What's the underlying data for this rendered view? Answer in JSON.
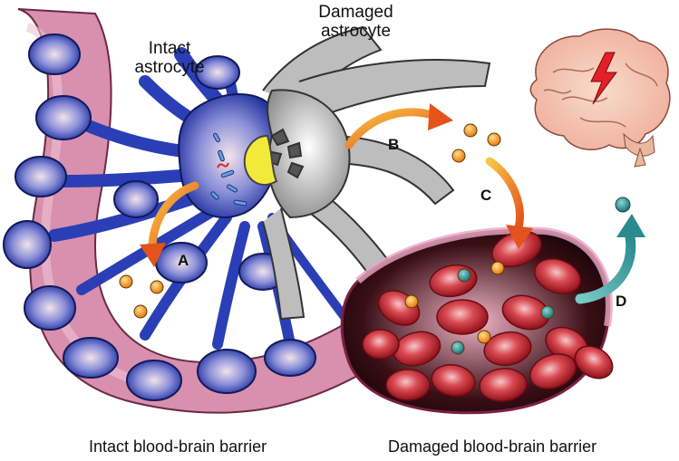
{
  "labels": {
    "intact_astrocyte_1": "Intact",
    "intact_astrocyte_2": "astrocyte",
    "damaged_astrocyte_1": "Damaged",
    "damaged_astrocyte_2": "astrocyte",
    "a": "A",
    "b": "B",
    "c": "C",
    "d": "D",
    "intact_bbb": "Intact blood-brain barrier",
    "damaged_bbb": "Damaged blood-brain barrier"
  },
  "colors": {
    "vessel_pink": "#d98fae",
    "astro_blue": "#2a3fb5",
    "astro_gray": "#a9a9a9",
    "nucleus_yellow": "#f2ea3a",
    "arrow_orange": "#f07a1e",
    "arrow_teal": "#2e9b9c",
    "rbc_red": "#c8242e",
    "particle_orange": "#f39a1b",
    "particle_teal": "#2a8e93",
    "brain_pink": "#f3c3b2"
  }
}
